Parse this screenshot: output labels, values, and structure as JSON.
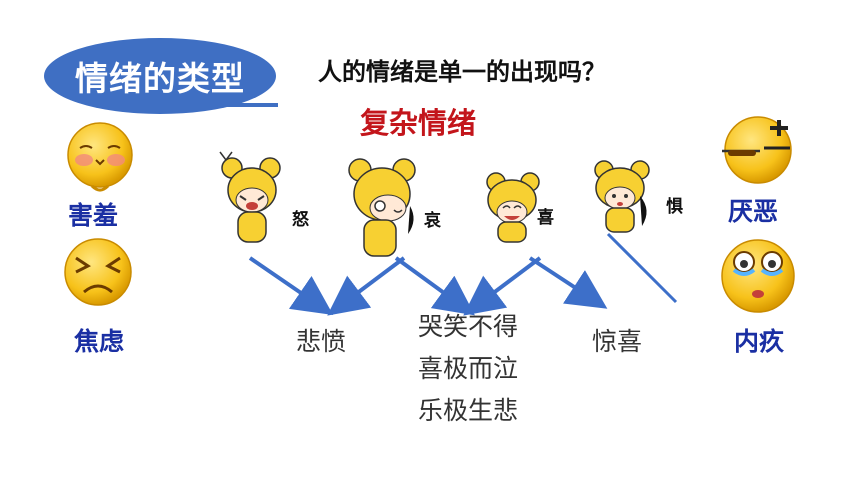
{
  "slide": {
    "title": "情绪的类型",
    "question": "人的情绪是单一的出现吗？",
    "subtitle": "复杂情绪"
  },
  "side_emotions": {
    "shy": "害羞",
    "anxious": "焦虑",
    "disgust": "厌恶",
    "guilt": "内疚"
  },
  "basic_emotions": {
    "anger": "怒",
    "sorrow": "哀",
    "joy": "喜",
    "fear": "惧"
  },
  "complex_emotions": {
    "grief_anger": "悲愤",
    "mixed": [
      "哭笑不得",
      "喜极而泣",
      "乐极生悲"
    ],
    "surprise_joy": "惊喜"
  },
  "colors": {
    "badge": "#3f6fc3",
    "subtitle": "#c3151b",
    "side_label": "#1a2fa3",
    "arrow": "#3d6fc9",
    "character_yellow": "#f7d032"
  },
  "icons": [
    "shy-emoji-icon",
    "anxious-emoji-icon",
    "disgust-emoji-icon",
    "guilt-emoji-icon",
    "angry-girl-icon",
    "sad-girl-icon",
    "happy-girl-icon",
    "scared-girl-icon"
  ]
}
